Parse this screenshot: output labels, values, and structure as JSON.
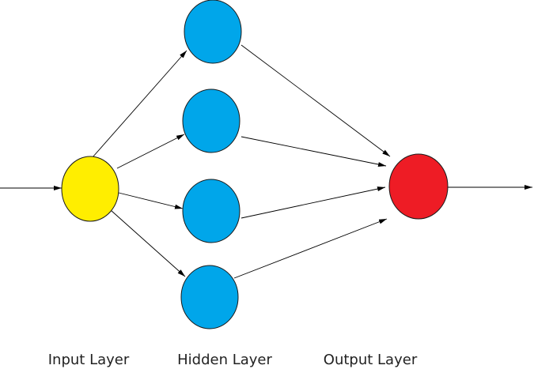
{
  "labels": {
    "input": "Input Layer",
    "hidden": "Hidden Layer",
    "output": "Output Layer"
  },
  "colors": {
    "input_node": "#ffee00",
    "hidden_node": "#00a6ea",
    "output_node": "#ee1c25",
    "edge": "#000000"
  }
}
